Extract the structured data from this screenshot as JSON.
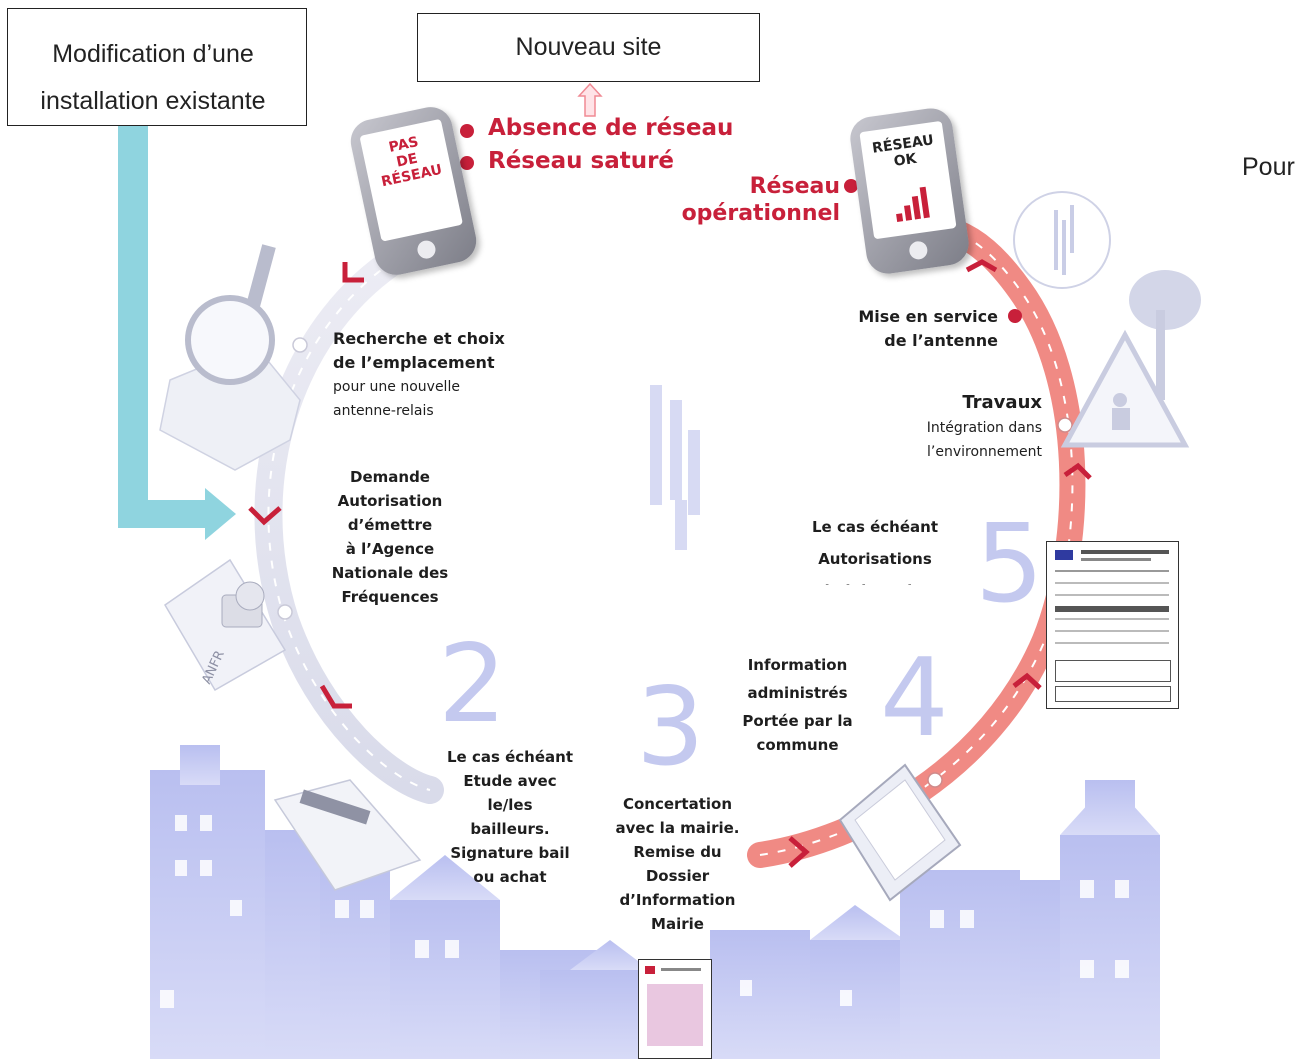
{
  "boxes": {
    "existing": "Modification d’une installation existante",
    "new_site": "Nouveau site"
  },
  "side_text": "Pour",
  "top_left": {
    "phone_label": [
      "PAS",
      "DE",
      "RÉSEAU"
    ],
    "states": [
      "Absence de réseau",
      "Réseau saturé"
    ]
  },
  "top_right": {
    "phone_label": [
      "RÉSEAU",
      "OK"
    ],
    "state": [
      "Réseau",
      "opérationnel"
    ]
  },
  "steps": {
    "recherche": {
      "title": [
        "Recherche et choix",
        "de l’emplacement"
      ],
      "text": [
        "pour une nouvelle",
        "antenne-relais"
      ]
    },
    "demande": [
      "Demande",
      "Autorisation",
      "d’émettre",
      "à l’Agence",
      "Nationale des",
      "Fréquences"
    ],
    "bail": [
      "Le cas échéant",
      "Etude avec",
      "le/les",
      "bailleurs.",
      "Signature bail",
      "ou achat"
    ],
    "concertation": [
      "Concertation",
      "avec la mairie.",
      "Remise du",
      "Dossier",
      "d’Information",
      "Mairie"
    ],
    "information": [
      "Information",
      "administrés",
      "Portée par la",
      "commune"
    ],
    "autorisations": [
      "Le cas échéant",
      "Autorisations",
      "administratives"
    ],
    "travaux": {
      "title": "Travaux",
      "text": [
        "Intégration dans",
        "l’environnement"
      ]
    },
    "mise_en_service": [
      "Mise en service",
      "de l’antenne"
    ]
  },
  "step_numbers": [
    "2",
    "3",
    "4",
    "5"
  ],
  "anfr_stamp": "ANFR",
  "colors": {
    "accent_red": "#c8203a",
    "process_arc": "#f08a84",
    "arrow_blue": "#8fd4df",
    "number_lavender": "#c4c9ef",
    "city_silhouette": "#c9cdf3"
  }
}
